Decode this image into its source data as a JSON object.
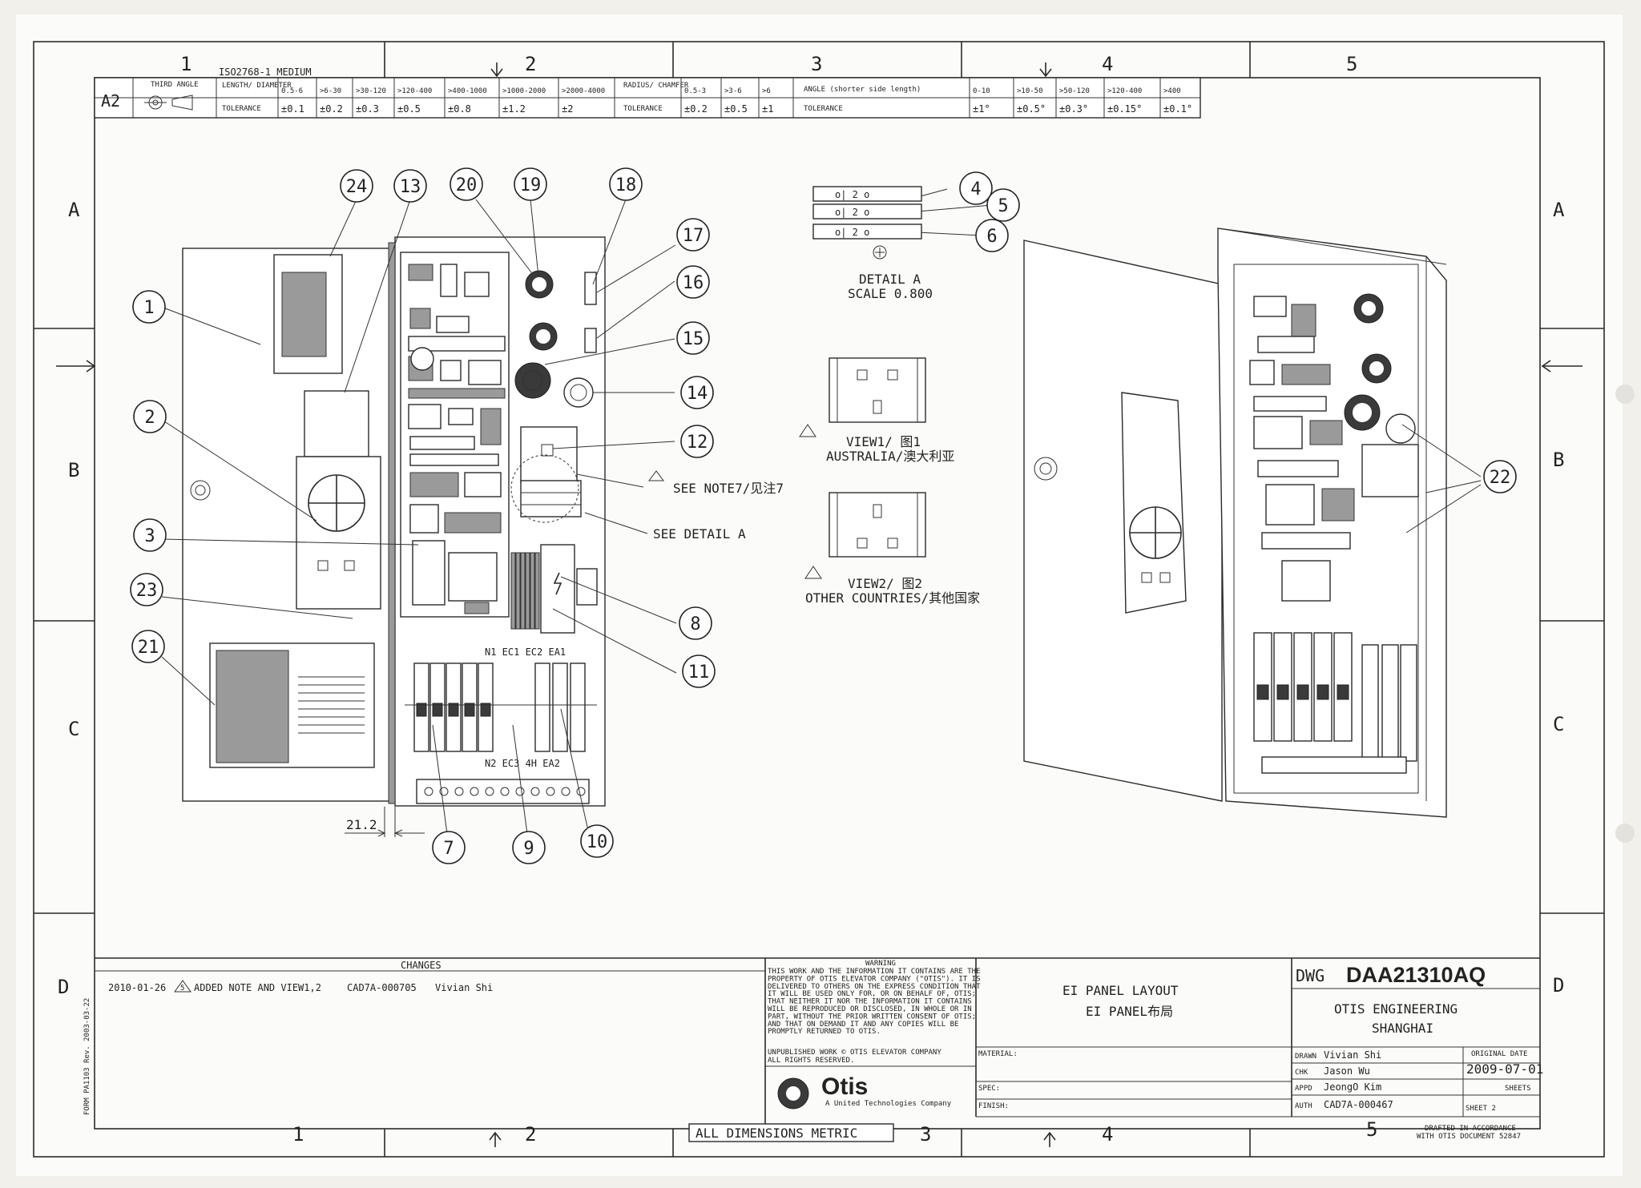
{
  "tolerance_table": {
    "standard": "ISO2768-1 MEDIUM",
    "sheet_size": "A2",
    "projection": "THIRD ANGLE",
    "length_header": "LENGTH/ DIAMETER",
    "length_ranges": [
      "0.5-6",
      ">6-30",
      ">30-120",
      ">120-400",
      ">400-1000",
      ">1000-2000",
      ">2000-4000"
    ],
    "length_tolerances": [
      "±0.1",
      "±0.2",
      "±0.3",
      "±0.5",
      "±0.8",
      "±1.2",
      "±2"
    ],
    "radius_header": "RADIUS/ CHAMFER",
    "radius_ranges": [
      "0.5-3",
      ">3-6",
      ">6"
    ],
    "radius_tolerances": [
      "±0.2",
      "±0.5",
      "±1"
    ],
    "angle_header": "ANGLE (shorter side length)",
    "angle_ranges": [
      "0-10",
      ">10-50",
      ">50-120",
      ">120-400",
      ">400"
    ],
    "angle_tolerances": [
      "±1°",
      "±0.5°",
      "±0.3°",
      "±0.15°",
      "±0.1°"
    ],
    "tolerance_label": "TOLERANCE"
  },
  "grid": {
    "columns": [
      "1",
      "2",
      "3",
      "4",
      "5"
    ],
    "rows": [
      "A",
      "B",
      "C",
      "D"
    ]
  },
  "callouts": [
    "24",
    "13",
    "20",
    "19",
    "18",
    "17",
    "16",
    "15",
    "14",
    "12",
    "1",
    "2",
    "3",
    "23",
    "21",
    "8",
    "11",
    "7",
    "9",
    "10",
    "4",
    "5",
    "6",
    "22"
  ],
  "labels": {
    "see_note": "SEE NOTE7/见注7",
    "see_detail": "SEE DETAIL A",
    "detail_a": "DETAIL A",
    "detail_scale": "SCALE 0.800",
    "view1": "VIEW1/ 图1",
    "view1_sub": "AUSTRALIA/澳大利亚",
    "view2": "VIEW2/ 图2",
    "view2_sub": "OTHER COUNTRIES/其他国家",
    "rev_mark": "5",
    "dimension": "21.2",
    "top_breakers": "N1 EC1 EC2 EA1",
    "bottom_breakers": "N2 EC3 4H EA2",
    "switch_text": "o|  2  o"
  },
  "changes": {
    "header": "CHANGES",
    "entry_date": "2010-01-26",
    "entry_rev": "5",
    "entry_text": "ADDED NOTE AND VIEW1,2",
    "entry_ref": "CAD7A-000705",
    "entry_by": "Vivian Shi"
  },
  "form_id": "FORM PA1103 Rev. 2003-03-22",
  "warning": {
    "title": "WARNING",
    "lines": [
      "THIS WORK AND THE INFORMATION IT CONTAINS ARE THE",
      "PROPERTY OF OTIS ELEVATOR COMPANY (\"OTIS\"). IT IS",
      "DELIVERED TO OTHERS ON THE EXPRESS CONDITION THAT",
      "IT WILL BE USED ONLY FOR, OR ON BEHALF OF, OTIS;",
      "THAT NEITHER IT NOR THE INFORMATION IT CONTAINS",
      "WILL BE REPRODUCED OR DISCLOSED, IN WHOLE OR IN",
      "PART, WITHOUT THE PRIOR WRITTEN CONSENT OF OTIS;",
      "AND THAT ON DEMAND IT AND ANY COPIES WILL BE",
      "PROMPTLY RETURNED TO OTIS."
    ],
    "unpublished": "UNPUBLISHED WORK © OTIS ELEVATOR COMPANY",
    "rights": "ALL RIGHTS RESERVED."
  },
  "logo": {
    "name": "Otis",
    "tagline": "A United Technologies Company"
  },
  "title_block": {
    "title_en": "EI PANEL LAYOUT",
    "title_cn": "EI PANEL布局",
    "material_label": "MATERIAL:",
    "spec_label": "SPEC:",
    "finish_label": "FINISH:",
    "dwg_label": "DWG",
    "dwg_no": "DAA21310AQ",
    "company_1": "OTIS ENGINEERING",
    "company_2": "SHANGHAI",
    "drawn_label": "DRAWN",
    "drawn_by": "Vivian Shi",
    "chk_label": "CHK",
    "chk_by": "Jason Wu",
    "appd_label": "APPD",
    "appd_by": "JeongO Kim",
    "auth_label": "AUTH",
    "auth_ref": "CAD7A-000467",
    "orig_date_label": "ORIGINAL DATE",
    "orig_date": "2009-07-01",
    "sheets_label": "SHEETS",
    "sheet": "SHEET 2",
    "drafted_1": "DRAFTED IN ACCORDANCE",
    "drafted_2": "WITH OTIS DOCUMENT 52847"
  },
  "metric_note": "ALL DIMENSIONS METRIC"
}
